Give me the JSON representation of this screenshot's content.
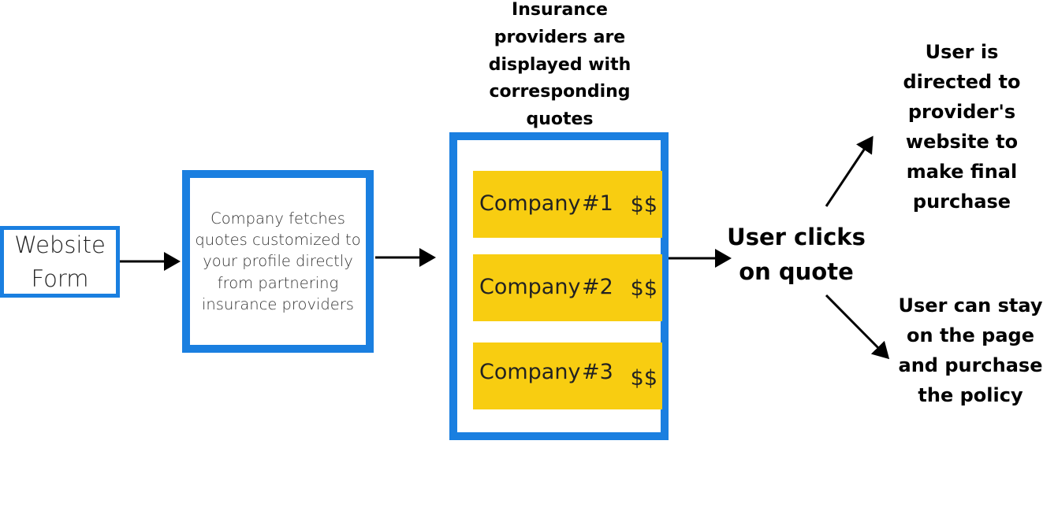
{
  "website_form": {
    "label": "Website Form"
  },
  "fetch_step": {
    "label": "Company fetches quotes customized to your profile directly from partnering insurance providers"
  },
  "quotes_title": "Insurance providers are displayed with corresponding quotes",
  "quotes": [
    {
      "name": "Company",
      "number": "#1",
      "price": "$$"
    },
    {
      "name": "Company",
      "number": "#2",
      "price": "$$"
    },
    {
      "name": "Company",
      "number": "#3",
      "price": "$$"
    }
  ],
  "user_clicks": "User clicks on quote",
  "outcome_redirect": "User is directed to provider's website to make final purchase",
  "outcome_stay": "User can stay on the page and purchase the policy",
  "colors": {
    "box_border": "#1a7fe0",
    "quote_fill": "#f8cd11"
  }
}
